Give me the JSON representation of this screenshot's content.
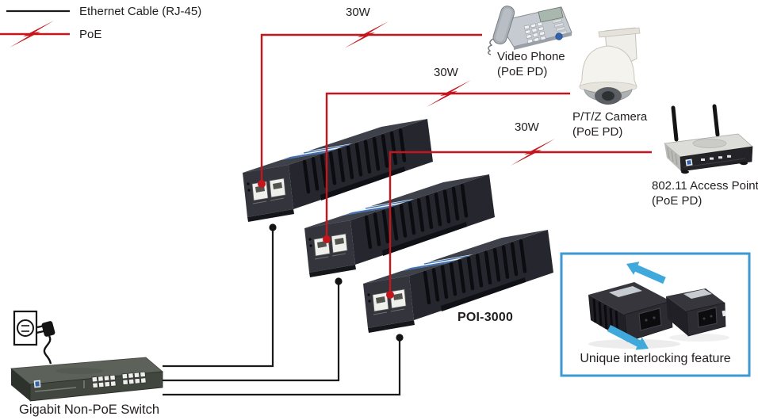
{
  "legend": {
    "items": [
      {
        "label": "Ethernet Cable (RJ-45)",
        "line_color": "#1a1a1a"
      },
      {
        "label": "PoE",
        "line_color": "#c4161c"
      }
    ]
  },
  "nodes": {
    "video_phone": {
      "name": "Video Phone",
      "type": "(PoE PD)"
    },
    "ptz_camera": {
      "name": "P/T/Z Camera",
      "type": "(PoE PD)"
    },
    "access_point": {
      "name": "802.11 Access Point",
      "type": "(PoE PD)"
    },
    "switch": {
      "name": "Gigabit Non-PoE Switch"
    },
    "injector_model": "POI-3000",
    "injector_count": 3
  },
  "connections": [
    {
      "from": "POI-3000 injector 1",
      "to": "Video Phone",
      "power": "30W",
      "media": "PoE"
    },
    {
      "from": "POI-3000 injector 2",
      "to": "P/T/Z Camera",
      "power": "30W",
      "media": "PoE"
    },
    {
      "from": "POI-3000 injector 3",
      "to": "802.11 Access Point",
      "power": "30W",
      "media": "PoE"
    },
    {
      "from": "Gigabit Non-PoE Switch",
      "to": "POI-3000 injector 1",
      "media": "Ethernet Cable (RJ-45)"
    },
    {
      "from": "Gigabit Non-PoE Switch",
      "to": "POI-3000 injector 2",
      "media": "Ethernet Cable (RJ-45)"
    },
    {
      "from": "Gigabit Non-PoE Switch",
      "to": "POI-3000 injector 3",
      "media": "Ethernet Cable (RJ-45)"
    }
  ],
  "inset": {
    "caption": "Unique interlocking feature"
  },
  "colors": {
    "poe_line": "#c4161c",
    "ethernet_line": "#1a1a1a",
    "inset_border": "#3d9ad1",
    "inset_arrow": "#3fa9dc",
    "background": "#ffffff"
  }
}
